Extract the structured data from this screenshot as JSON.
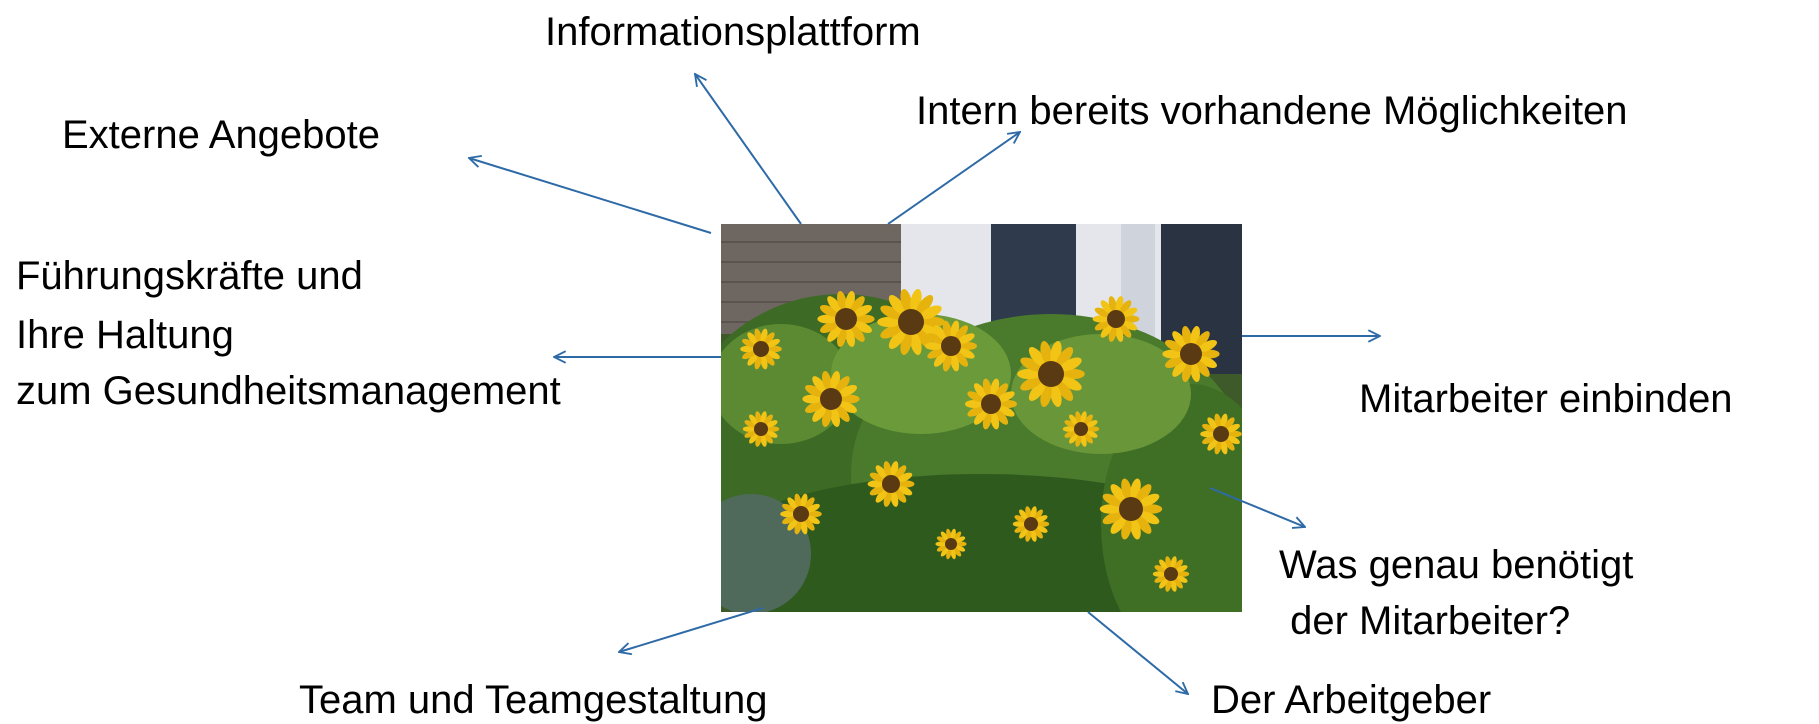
{
  "labels": {
    "informationsplattform": "Informationsplattform",
    "externe_angebote": "Externe Angebote",
    "intern": "Intern bereits vorhandene Möglichkeiten",
    "fuehrung_1": "Führungskräfte und",
    "fuehrung_2": "Ihre Haltung",
    "fuehrung_3": "zum Gesundheitsmanagement",
    "mitarbeiter_einbinden": "Mitarbeiter einbinden",
    "was_genau_1": "Was genau benötigt",
    "was_genau_2": " der Mitarbeiter?",
    "team": "Team und Teamgestaltung",
    "arbeitgeber": "Der Arbeitgeber"
  },
  "colors": {
    "arrow": "#2e6aa6",
    "text": "#000000"
  },
  "image": {
    "subject": "sunflowers-photo"
  }
}
